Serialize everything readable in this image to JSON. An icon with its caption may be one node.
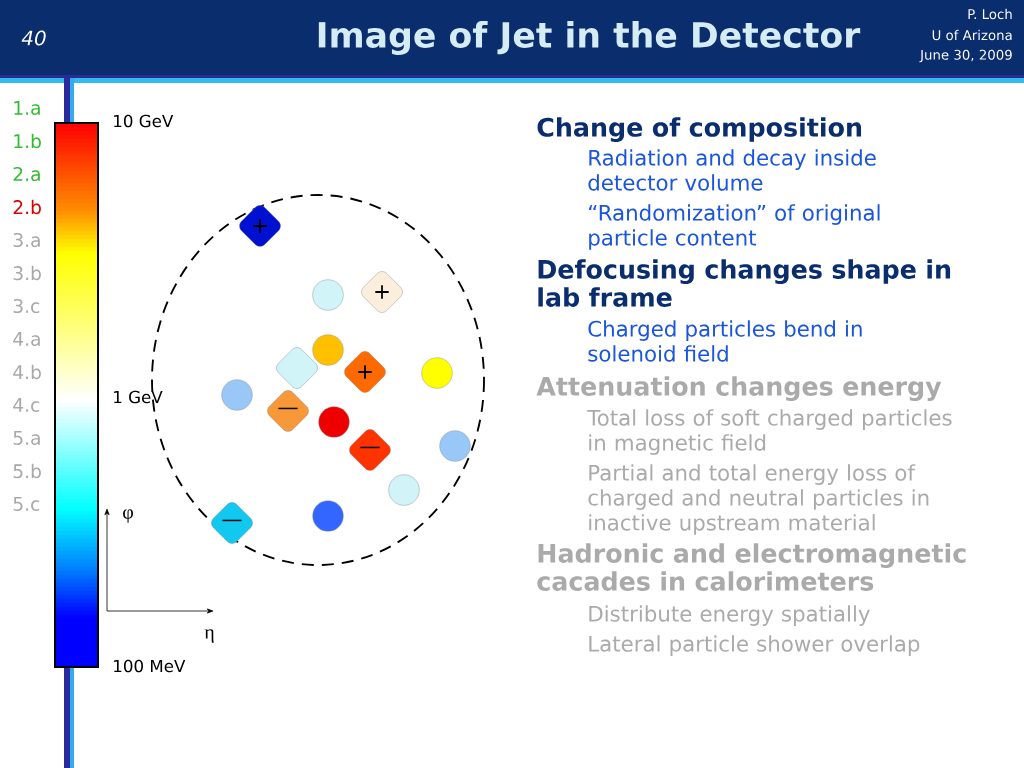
{
  "diagram": {
    "title": "Image of Jet in the Detector",
    "nodes": [
      {
        "text": [
          "+"
        ]
      },
      {
        "text": [],
        "shape": "circle"
      },
      {
        "text": [
          "+"
        ]
      },
      {
        "text": [],
        "shape": "circle"
      },
      {
        "text": [
          "+"
        ]
      },
      {
        "text": [],
        "shape": "circle"
      },
      {
        "text": [],
        "shape": "circle"
      },
      {
        "text": [],
        "shape": "diamond"
      },
      {
        "text": [
          "—"
        ]
      },
      {
        "text": [],
        "shape": "circle"
      },
      {
        "text": [],
        "shape": "circle"
      },
      {
        "text": [
          "—"
        ]
      },
      {
        "text": [],
        "shape": "circle"
      },
      {
        "text": [],
        "shape": "circle"
      },
      {
        "text": [
          "—"
        ]
      }
    ],
    "labels": [
      "40",
      "P. Loch",
      "U of Arizona",
      "June 30, 2009",
      "1.a",
      "1.b",
      "2.a",
      "2.b",
      "3.a",
      "3.b",
      "3.c",
      "4.a",
      "4.b",
      "4.c",
      "5.a",
      "5.b",
      "5.c",
      "10 GeV",
      "1 GeV",
      "100 MeV",
      "φ",
      "η",
      "Change of composition",
      "Radiation and decay inside detector volume",
      "“Randomization” of original particle content",
      "Defocusing changes shape in lab frame",
      "Charged particles bend in solenoid field",
      "Attenuation changes energy",
      "Total loss of soft charged particles in magnetic field",
      "Partial and total energy loss of charged and neutral particles in inactive upstream material",
      "Hadronic and electromagnetic cacades in calorimeters",
      "Distribute energy spatially",
      "Lateral particle shower overlap"
    ]
  }
}
